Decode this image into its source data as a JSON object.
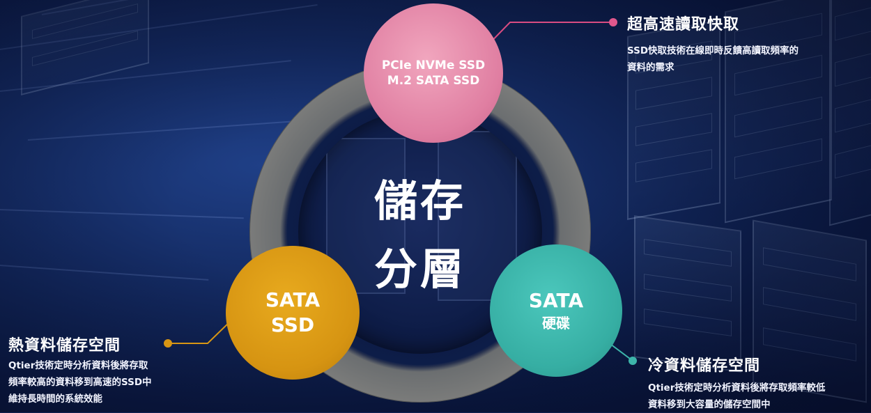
{
  "diagram": {
    "center_title": [
      "儲存",
      "分層"
    ],
    "nodes": [
      {
        "id": "top",
        "lines": [
          "PCIe NVMe SSD",
          "M.2 SATA SSD"
        ],
        "color": "#e384a6"
      },
      {
        "id": "left",
        "lines": [
          "SATA",
          "SSD"
        ],
        "color": "#d89614"
      },
      {
        "id": "right",
        "lines": [
          "SATA",
          "硬碟"
        ],
        "color": "#3db5aa"
      }
    ],
    "callouts": {
      "top": {
        "title": "超高速讀取快取",
        "desc": [
          "SSD快取技術在線即時反饋高讀取頻率的",
          "資料的需求"
        ],
        "connector_color": "#d94c82"
      },
      "left": {
        "title": "熱資料儲存空間",
        "desc": [
          "Qtier技術定時分析資料後將存取",
          "頻率較高的資料移到高速的SSD中",
          "維持長時間的系統效能"
        ],
        "connector_color": "#d89614"
      },
      "right": {
        "title": "冷資料儲存空間",
        "desc": [
          "Qtier技術定時分析資料後將存取頻率較低",
          "資料移到大容量的儲存空間中"
        ],
        "connector_color": "#3db5aa"
      }
    }
  }
}
